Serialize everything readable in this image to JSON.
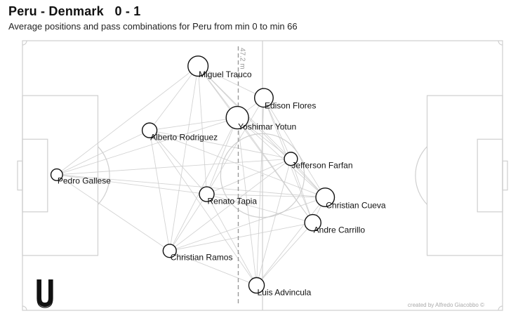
{
  "header": {
    "title": "Peru - Denmark   0 - 1",
    "subtitle": "Average positions and pass combinations for Peru from min 0 to min 66"
  },
  "annotations": {
    "distance_label": "47.2 m",
    "credit": "created by Alfredo Giacobbo ©",
    "logo_letter": "U"
  },
  "colors": {
    "pitch_lines": "#cfcfcf",
    "pass_lines": "#cccccc",
    "player_edge": "#111111",
    "average_line": "#9a9a9a"
  },
  "chart_data": {
    "type": "scatter",
    "title": "Peru - Denmark   0 - 1",
    "subtitle": "Average positions and pass combinations for Peru from min 0 to min 66",
    "xlim": [
      0,
      105
    ],
    "ylim": [
      0,
      68
    ],
    "average_line_x": 47.2,
    "players": [
      {
        "name": "Pedro Gallese",
        "x": 7.5,
        "y": 34.2,
        "size": 0.3
      },
      {
        "name": "Miguel Trauco",
        "x": 38.4,
        "y": 61.6,
        "size": 0.85
      },
      {
        "name": "Edison Flores",
        "x": 52.8,
        "y": 53.6,
        "size": 0.75
      },
      {
        "name": "Yoshimar Yotun",
        "x": 47.0,
        "y": 48.6,
        "size": 1.0
      },
      {
        "name": "Alberto Rodriguez",
        "x": 27.8,
        "y": 45.4,
        "size": 0.5
      },
      {
        "name": "Jefferson Farfan",
        "x": 58.7,
        "y": 38.2,
        "size": 0.4
      },
      {
        "name": "Renato Tapia",
        "x": 40.3,
        "y": 29.3,
        "size": 0.5
      },
      {
        "name": "Christian Cueva",
        "x": 66.2,
        "y": 28.5,
        "size": 0.75
      },
      {
        "name": "Andre Carrillo",
        "x": 63.5,
        "y": 22.1,
        "size": 0.6
      },
      {
        "name": "Christian Ramos",
        "x": 32.2,
        "y": 15.0,
        "size": 0.4
      },
      {
        "name": "Luis Advincula",
        "x": 51.2,
        "y": 6.3,
        "size": 0.55
      }
    ],
    "pass_links": [
      [
        "Pedro Gallese",
        "Miguel Trauco"
      ],
      [
        "Pedro Gallese",
        "Alberto Rodriguez"
      ],
      [
        "Pedro Gallese",
        "Yoshimar Yotun"
      ],
      [
        "Pedro Gallese",
        "Renato Tapia"
      ],
      [
        "Pedro Gallese",
        "Christian Ramos"
      ],
      [
        "Pedro Gallese",
        "Jefferson Farfan"
      ],
      [
        "Pedro Gallese",
        "Christian Cueva"
      ],
      [
        "Miguel Trauco",
        "Edison Flores"
      ],
      [
        "Miguel Trauco",
        "Yoshimar Yotun"
      ],
      [
        "Miguel Trauco",
        "Alberto Rodriguez"
      ],
      [
        "Miguel Trauco",
        "Renato Tapia"
      ],
      [
        "Miguel Trauco",
        "Christian Ramos"
      ],
      [
        "Miguel Trauco",
        "Christian Cueva"
      ],
      [
        "Miguel Trauco",
        "Jefferson Farfan"
      ],
      [
        "Miguel Trauco",
        "Andre Carrillo"
      ],
      [
        "Edison Flores",
        "Yoshimar Yotun"
      ],
      [
        "Edison Flores",
        "Renato Tapia"
      ],
      [
        "Edison Flores",
        "Christian Cueva"
      ],
      [
        "Edison Flores",
        "Jefferson Farfan"
      ],
      [
        "Edison Flores",
        "Andre Carrillo"
      ],
      [
        "Edison Flores",
        "Luis Advincula"
      ],
      [
        "Yoshimar Yotun",
        "Alberto Rodriguez"
      ],
      [
        "Yoshimar Yotun",
        "Renato Tapia"
      ],
      [
        "Yoshimar Yotun",
        "Christian Cueva"
      ],
      [
        "Yoshimar Yotun",
        "Jefferson Farfan"
      ],
      [
        "Yoshimar Yotun",
        "Andre Carrillo"
      ],
      [
        "Yoshimar Yotun",
        "Christian Ramos"
      ],
      [
        "Yoshimar Yotun",
        "Luis Advincula"
      ],
      [
        "Alberto Rodriguez",
        "Renato Tapia"
      ],
      [
        "Alberto Rodriguez",
        "Christian Ramos"
      ],
      [
        "Alberto Rodriguez",
        "Jefferson Farfan"
      ],
      [
        "Alberto Rodriguez",
        "Christian Cueva"
      ],
      [
        "Alberto Rodriguez",
        "Luis Advincula"
      ],
      [
        "Renato Tapia",
        "Christian Cueva"
      ],
      [
        "Renato Tapia",
        "Jefferson Farfan"
      ],
      [
        "Renato Tapia",
        "Andre Carrillo"
      ],
      [
        "Renato Tapia",
        "Christian Ramos"
      ],
      [
        "Renato Tapia",
        "Luis Advincula"
      ],
      [
        "Jefferson Farfan",
        "Christian Cueva"
      ],
      [
        "Jefferson Farfan",
        "Andre Carrillo"
      ],
      [
        "Jefferson Farfan",
        "Luis Advincula"
      ],
      [
        "Christian Cueva",
        "Andre Carrillo"
      ],
      [
        "Christian Cueva",
        "Luis Advincula"
      ],
      [
        "Andre Carrillo",
        "Luis Advincula"
      ],
      [
        "Andre Carrillo",
        "Christian Ramos"
      ],
      [
        "Christian Ramos",
        "Luis Advincula"
      ],
      [
        "Christian Ramos",
        "Christian Cueva"
      ],
      [
        "Christian Ramos",
        "Jefferson Farfan"
      ]
    ]
  }
}
